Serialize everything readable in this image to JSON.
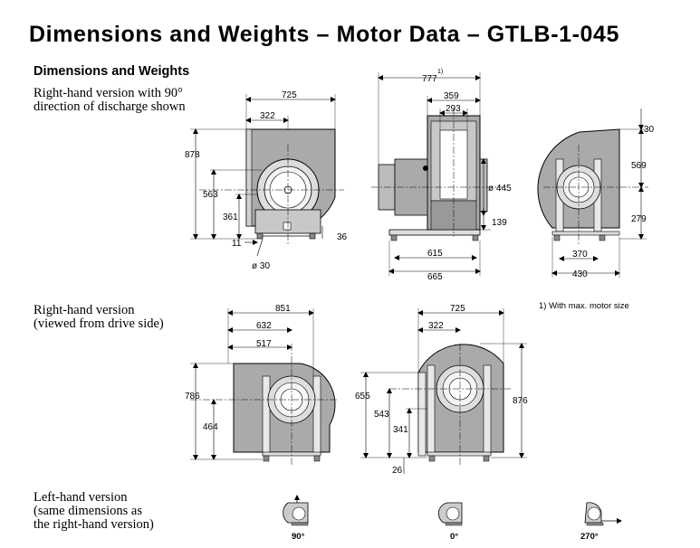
{
  "title": "Dimensions and Weights – Motor Data – GTLB-1-045",
  "section_heading": "Dimensions and Weights",
  "captions": {
    "rh_discharge_line1": "Right-hand version with 90°",
    "rh_discharge_line2": "direction of discharge shown",
    "rh_drive_line1": "Right-hand version",
    "rh_drive_line2": "(viewed from drive side)",
    "lh_line1": "Left-hand version",
    "lh_line2": "(same dimensions as",
    "lh_line3": "the right-hand version)"
  },
  "footnote": "1) With max. motor size",
  "colors": {
    "housing": "#aaaaaa",
    "housing_dark": "#8c8c8c",
    "light": "#e6e6e6",
    "line": "#000000"
  },
  "view_side": {
    "d725": "725",
    "d322": "322",
    "d878": "878",
    "d563": "563",
    "d361": "361",
    "d11": "11",
    "d36": "36",
    "d30": "ø 30"
  },
  "view_front": {
    "d777": "777",
    "d777_note": "1)",
    "d359": "359",
    "d293": "293",
    "d445": "ø 445",
    "d139": "139",
    "d615": "615",
    "d665": "665"
  },
  "view_inlet": {
    "d30": "30",
    "d569": "569",
    "d279": "279",
    "d370": "370",
    "d430": "430"
  },
  "view_drive": {
    "d851": "851",
    "d632": "632",
    "d517": "517",
    "d786": "786",
    "d464": "464"
  },
  "view_rear": {
    "d725": "725",
    "d322": "322",
    "d655": "655",
    "d543": "543",
    "d341": "341",
    "d26": "26",
    "d876": "876"
  },
  "orientations": [
    {
      "label": "90°"
    },
    {
      "label": "0°"
    },
    {
      "label": "270°"
    }
  ]
}
